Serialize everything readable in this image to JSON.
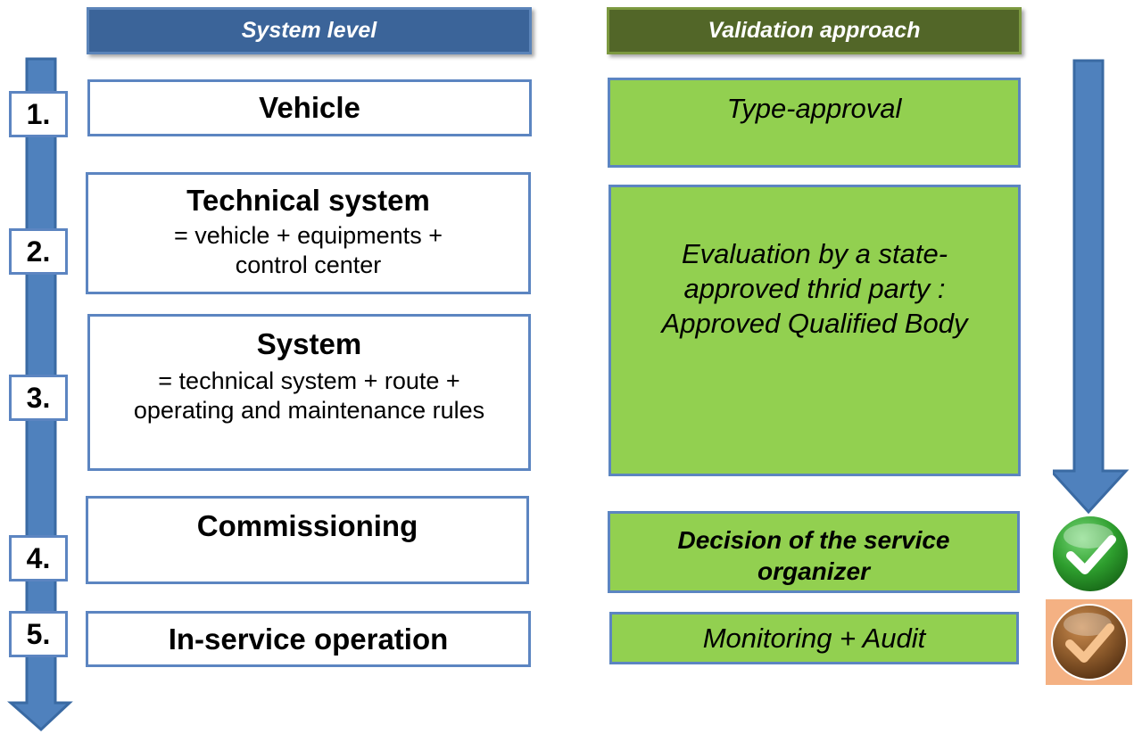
{
  "headers": {
    "level": "System level",
    "validation": "Validation approach"
  },
  "steps": [
    {
      "number": "1.",
      "title": "Vehicle",
      "sub": "",
      "validation": "Type-approval"
    },
    {
      "number": "2.",
      "title": "Technical system",
      "sub": "= vehicle + equipments + control center"
    },
    {
      "number": "3.",
      "title": "System",
      "sub": "= technical system + route + operating and maintenance rules"
    },
    {
      "number": "4.",
      "title": "Commissioning",
      "validation": "Decision of the service organizer",
      "status": "complete"
    },
    {
      "number": "5.",
      "title": "In-service operation",
      "validation": "Monitoring + Audit",
      "status": "ongoing"
    }
  ],
  "shared_validation": "Evaluation by a state-approved thrid party : Approved Qualified Body",
  "colors": {
    "arrow": "#4f81bd",
    "green_box": "#92d050",
    "check_green": "#2e9e2e",
    "check_brown": "#8c5a2b"
  },
  "icons": {
    "left_arrow": "arrow-down-icon",
    "right_arrow": "arrow-down-icon",
    "check_complete": "check-icon-green",
    "check_ongoing": "check-icon-brown"
  }
}
